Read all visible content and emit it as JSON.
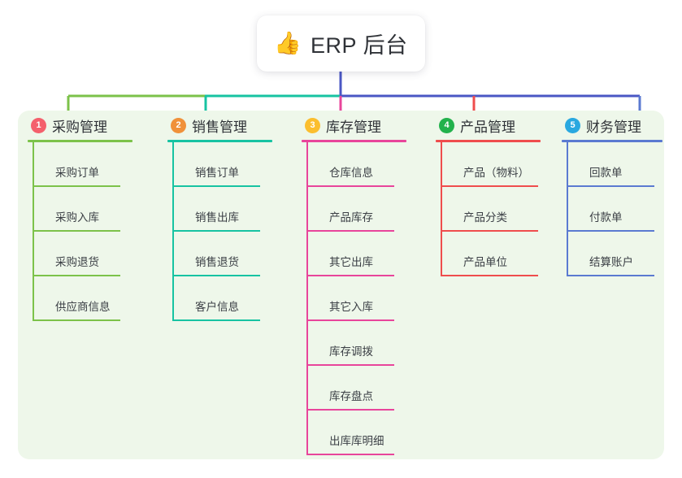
{
  "root": {
    "icon": "thumbs-up-icon",
    "emoji": "👍",
    "title": "ERP 后台"
  },
  "colors": {
    "panel_background": "#eef7ea",
    "page_background": "#ffffff",
    "root_text": "#2f3237",
    "trunk": "#4a57c4",
    "bar_left": "#7cc24a",
    "bar_mid": "#17c3a2",
    "bar_right": "#4a57c4"
  },
  "columns": [
    {
      "badge": "1",
      "badge_color": "#f4606c",
      "line_color": "#7cc24a",
      "title": "采购管理",
      "items": [
        "采购订单",
        "采购入库",
        "采购退货",
        "供应商信息"
      ]
    },
    {
      "badge": "2",
      "badge_color": "#f0913a",
      "line_color": "#17c3a2",
      "title": "销售管理",
      "items": [
        "销售订单",
        "销售出库",
        "销售退货",
        "客户信息"
      ]
    },
    {
      "badge": "3",
      "badge_color": "#fbbe2e",
      "line_color": "#e8459b",
      "title": "库存管理",
      "items": [
        "仓库信息",
        "产品库存",
        "其它出库",
        "其它入库",
        "库存调拨",
        "库存盘点",
        "出库库明细"
      ]
    },
    {
      "badge": "4",
      "badge_color": "#22b24c",
      "line_color": "#ef4d4d",
      "title": "产品管理",
      "items": [
        "产品（物料）",
        "产品分类",
        "产品单位"
      ]
    },
    {
      "badge": "5",
      "badge_color": "#29a8e0",
      "line_color": "#5b7ad1",
      "title": "财务管理",
      "items": [
        "回款单",
        "付款单",
        "结算账户"
      ]
    }
  ]
}
